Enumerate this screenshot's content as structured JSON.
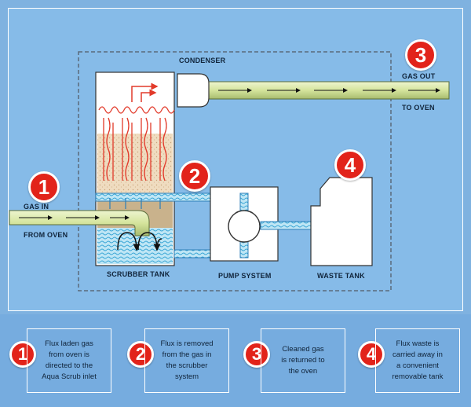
{
  "labels": {
    "condenser": "CONDENSER",
    "gas_out": "GAS OUT",
    "to_oven": "TO OVEN",
    "gas_in": "GAS IN",
    "from_oven": "FROM OVEN",
    "scrubber_tank": "SCRUBBER TANK",
    "pump_system": "PUMP SYSTEM",
    "waste_tank": "WASTE TANK"
  },
  "badges": [
    "1",
    "2",
    "3",
    "4"
  ],
  "steps": [
    {
      "number": "1",
      "line1": "Flux laden gas",
      "line2": "from oven is",
      "line3": "directed to the",
      "line4": "Aqua Scrub inlet"
    },
    {
      "number": "2",
      "line1": "Flux is removed",
      "line2": "from the gas in",
      "line3": "the scrubber",
      "line4": "system"
    },
    {
      "number": "3",
      "line1": "Cleaned gas",
      "line2": "is returned to",
      "line3": "the oven",
      "line4": ""
    },
    {
      "number": "4",
      "line1": "Flux waste is",
      "line2": "carried away in",
      "line3": "a convenient",
      "line4": "removable tank"
    }
  ],
  "colors": {
    "background": "#7fb2e0",
    "badge_red": "#e2231a",
    "gas_pipe": "#d7e6a8",
    "water": "#5cc3e8",
    "heat_red": "#e23a2a"
  }
}
